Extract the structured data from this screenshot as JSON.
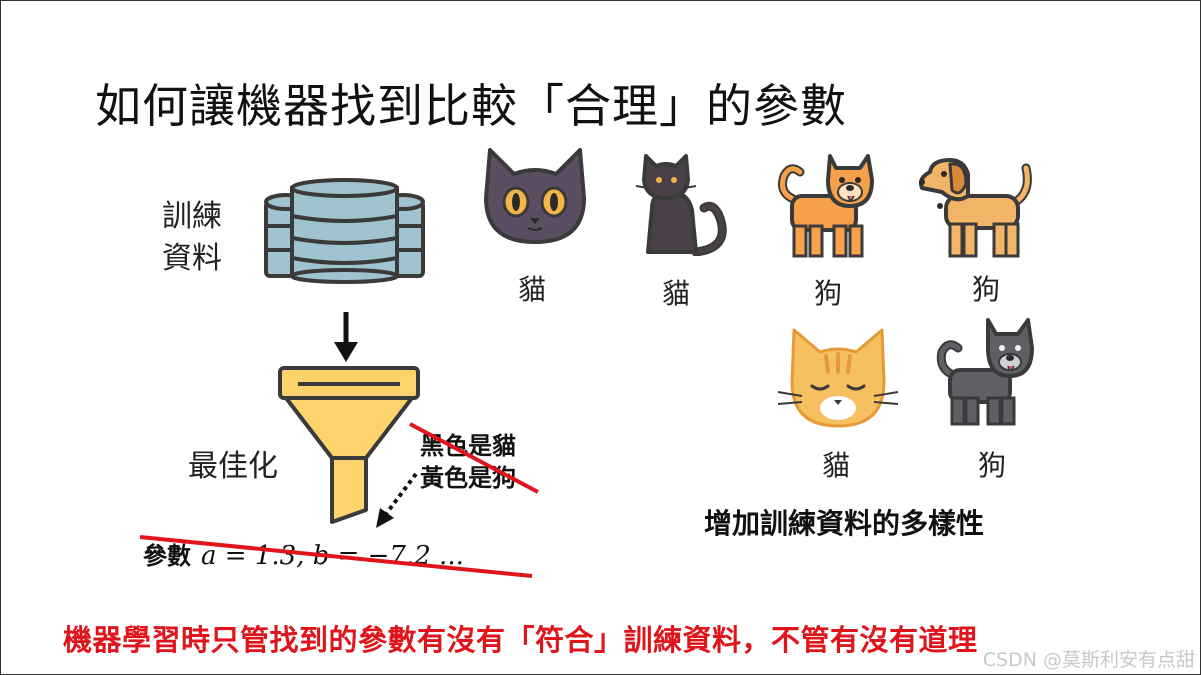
{
  "title": "如何讓機器找到比較「合理」的參數",
  "training_data_label": "訓練資料",
  "optimize_label": "最佳化",
  "rules": {
    "line1": "黑色是貓",
    "line2": "黃色是狗"
  },
  "params": {
    "label": "參數",
    "value": "a = 1.3, b = −7.2 ..."
  },
  "animals": [
    {
      "label": "貓",
      "icon": "purple-cat-face-icon"
    },
    {
      "label": "貓",
      "icon": "black-cat-icon"
    },
    {
      "label": "狗",
      "icon": "orange-dog-icon"
    },
    {
      "label": "狗",
      "icon": "tan-dog-icon"
    },
    {
      "label": "貓",
      "icon": "orange-cat-face-icon"
    },
    {
      "label": "狗",
      "icon": "gray-dog-icon"
    }
  ],
  "diversity_text": "增加訓練資料的多樣性",
  "bottom_text": "機器學習時只管找到的參數有沒有「符合」訓練資料，不管有沒有道理",
  "watermark": "CSDN @莫斯利安有点甜",
  "colors": {
    "accent_red": "#e0151c",
    "db_blue": "#9fc3cf",
    "funnel_yellow": "#fcd46b",
    "db_dark": "#3a3a3a"
  }
}
